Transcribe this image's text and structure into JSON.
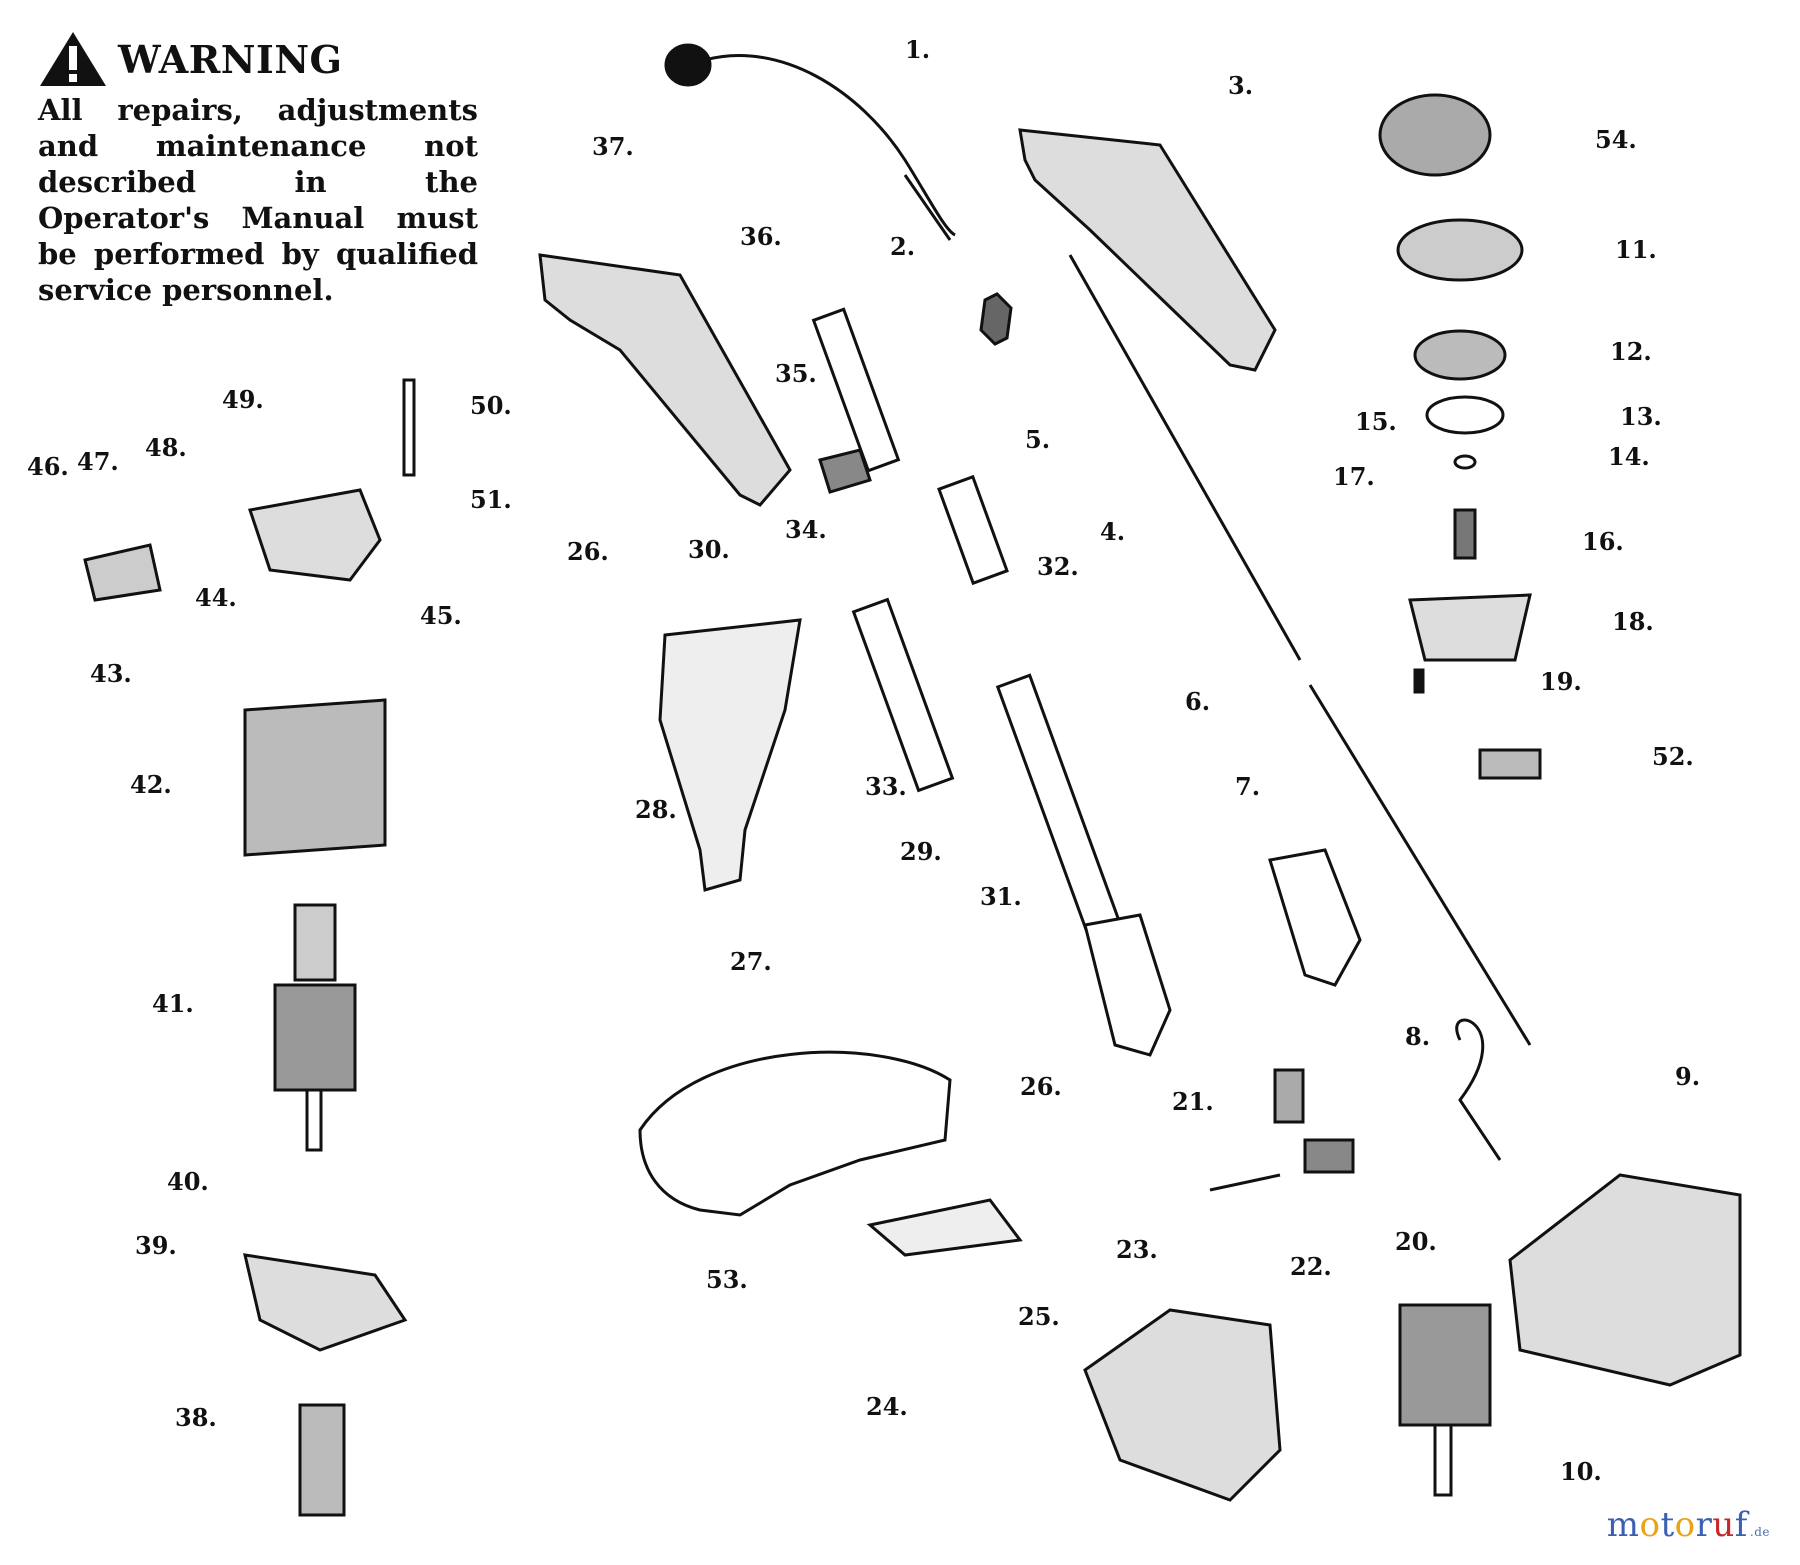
{
  "warning": {
    "title": "WARNING",
    "body": "All repairs, adjustments and maintenance not described in the Operator's Manual must be performed by qualified service personnel."
  },
  "watermark": {
    "text_main": "motoruf",
    "text_sup": ".de",
    "colors": {
      "m": "#3b5fb5",
      "o1": "#e8a317",
      "t": "#3b5fb5",
      "o2": "#e8a317",
      "r": "#3b5fb5",
      "u": "#c62828",
      "f": "#3b5fb5"
    }
  },
  "colors": {
    "ink": "#111111",
    "background": "#ffffff"
  },
  "part_labels": [
    "1.",
    "2.",
    "3.",
    "4.",
    "5.",
    "6.",
    "7.",
    "8.",
    "9.",
    "10.",
    "11.",
    "12.",
    "13.",
    "14.",
    "15.",
    "16.",
    "17.",
    "18.",
    "19.",
    "20.",
    "21.",
    "22.",
    "23.",
    "24.",
    "25.",
    "26.",
    "26.",
    "27.",
    "28.",
    "29.",
    "30.",
    "31.",
    "32.",
    "33.",
    "34.",
    "35.",
    "36.",
    "37.",
    "38.",
    "39.",
    "40.",
    "41.",
    "42.",
    "43.",
    "44.",
    "45.",
    "46.",
    "47.",
    "48.",
    "49.",
    "50.",
    "51.",
    "52.",
    "53.",
    "54."
  ]
}
